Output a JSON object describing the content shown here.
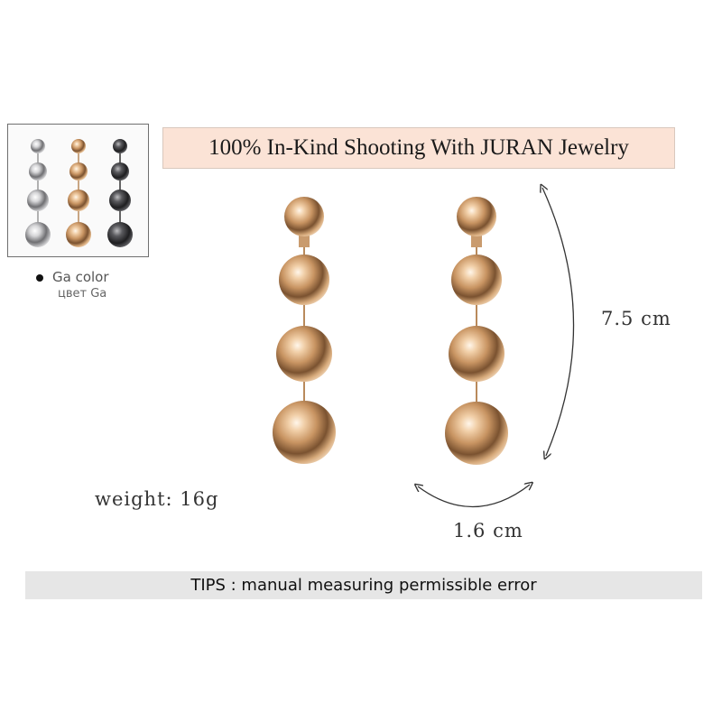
{
  "banner": {
    "title": "100% In-Kind Shooting With JURAN Jewelry"
  },
  "color_option": {
    "name_en": "Ga color",
    "name_ru": "цвет Ga"
  },
  "thumbnail_variants": [
    {
      "name": "silver",
      "color": "#c9c9cc"
    },
    {
      "name": "gold",
      "color": "#d8a878"
    },
    {
      "name": "gunmetal",
      "color": "#4a4a4e"
    }
  ],
  "dimensions": {
    "length": "7.5 cm",
    "width": "1.6 cm"
  },
  "weight": "weight: 16g",
  "tips": "TIPS : manual measuring permissible error",
  "colors": {
    "banner_bg": "#fbe3d6",
    "tips_bg": "#e6e6e6",
    "gold": "#d8a878"
  }
}
